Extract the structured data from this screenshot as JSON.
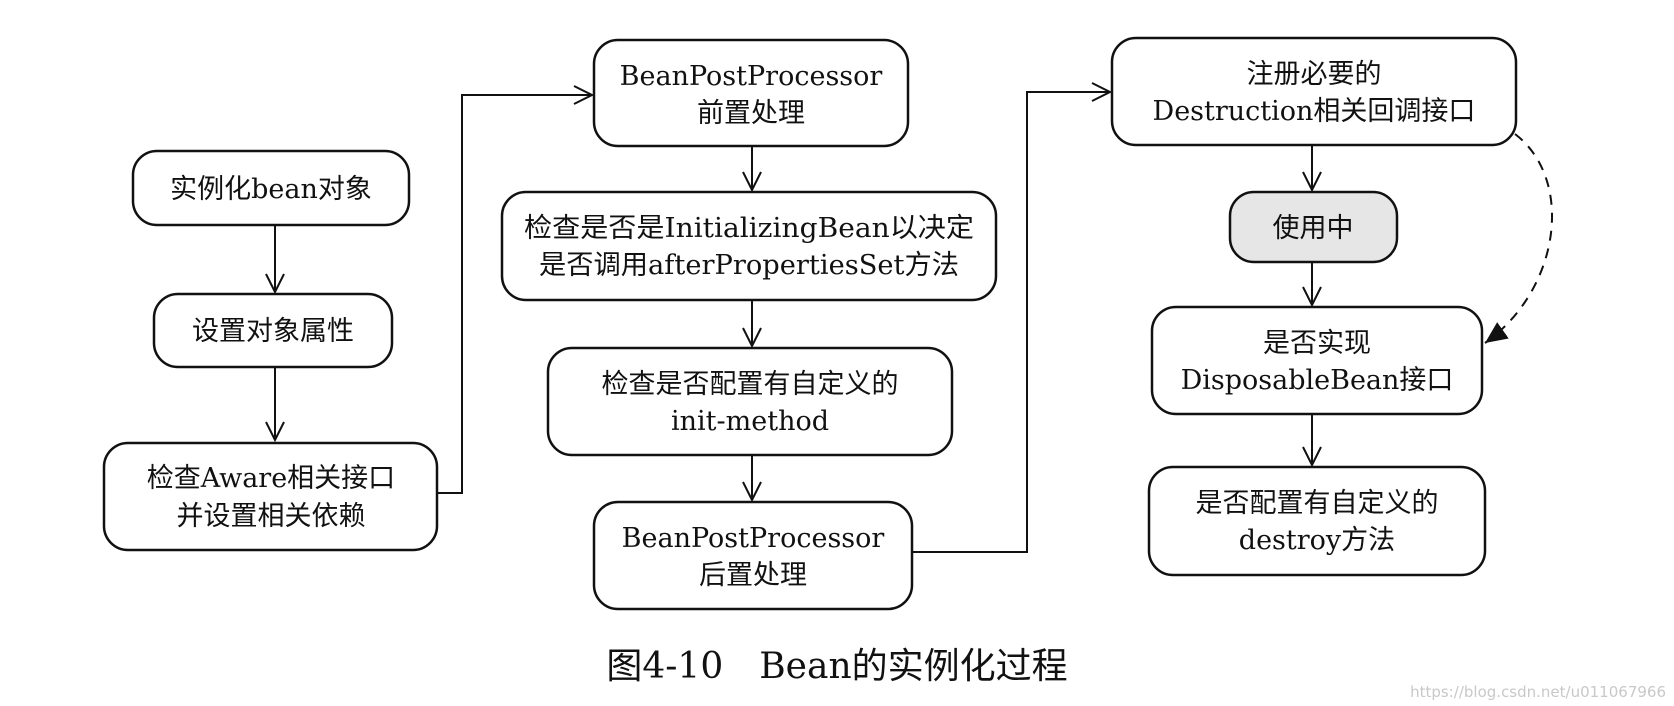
{
  "nodes": {
    "instantiate": {
      "line1": "实例化bean对象"
    },
    "set_props": {
      "line1": "设置对象属性"
    },
    "aware": {
      "line1": "检查Aware相关接口",
      "line2": "并设置相关依赖"
    },
    "bpp_before": {
      "line1": "BeanPostProcessor",
      "line2": "前置处理"
    },
    "initializing": {
      "line1": "检查是否是InitializingBean以决定",
      "line2": "是否调用afterPropertiesSet方法"
    },
    "init_method": {
      "line1": "检查是否配置有自定义的",
      "line2": "init-method"
    },
    "bpp_after": {
      "line1": "BeanPostProcessor",
      "line2": "后置处理"
    },
    "destruction": {
      "line1": "注册必要的",
      "line2": "Destruction相关回调接口"
    },
    "in_use": {
      "line1": "使用中"
    },
    "disposable": {
      "line1": "是否实现",
      "line2": "DisposableBean接口"
    },
    "destroy_method": {
      "line1": "是否配置有自定义的",
      "line2": "destroy方法"
    }
  },
  "caption": "图4-10　Bean的实例化过程",
  "watermark": "https://blog.csdn.net/u011067966",
  "colors": {
    "in_use_fill": "#e6e6e6",
    "box_fill": "#ffffff",
    "stroke": "#111111"
  }
}
